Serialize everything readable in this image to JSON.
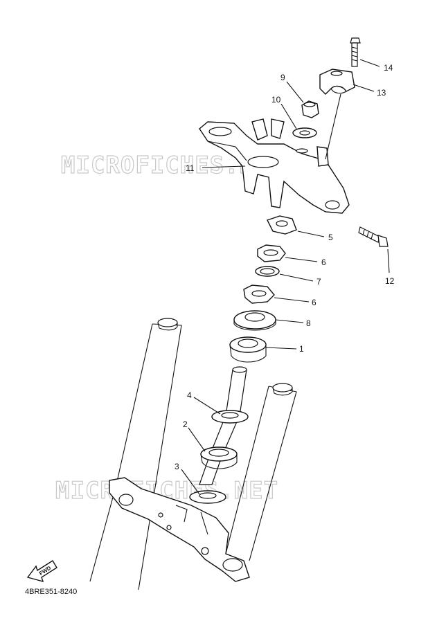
{
  "diagram": {
    "part_code": "4BRE351-8240",
    "watermark": "MICROFICHES.NET",
    "fwd_label": "FWD",
    "callouts": [
      {
        "id": "c1",
        "label": "1"
      },
      {
        "id": "c2",
        "label": "2"
      },
      {
        "id": "c3",
        "label": "3"
      },
      {
        "id": "c4",
        "label": "4"
      },
      {
        "id": "c5",
        "label": "5"
      },
      {
        "id": "c6a",
        "label": "6"
      },
      {
        "id": "c6b",
        "label": "6"
      },
      {
        "id": "c7",
        "label": "7"
      },
      {
        "id": "c8",
        "label": "8"
      },
      {
        "id": "c9",
        "label": "9"
      },
      {
        "id": "c10",
        "label": "10"
      },
      {
        "id": "c11",
        "label": "11"
      },
      {
        "id": "c12",
        "label": "12"
      },
      {
        "id": "c13",
        "label": "13"
      },
      {
        "id": "c14",
        "label": "14"
      }
    ]
  }
}
